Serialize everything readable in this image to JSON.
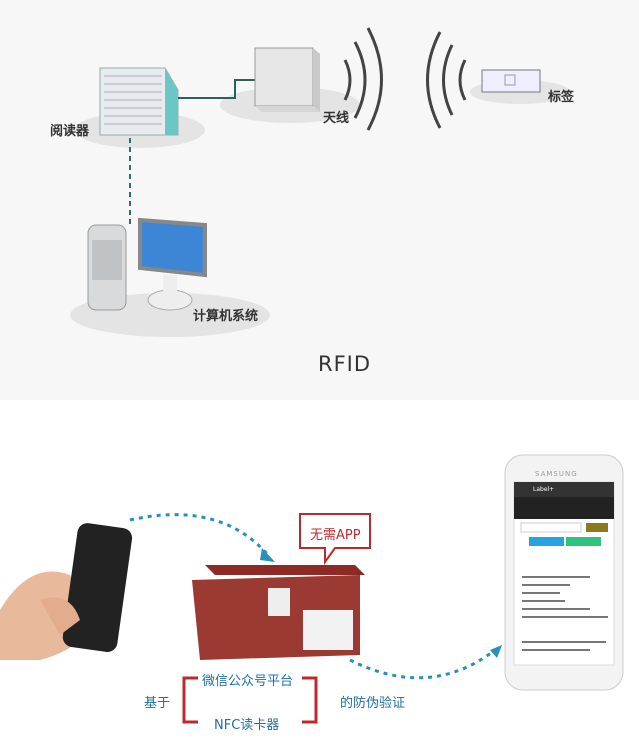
{
  "rfid": {
    "reader_label": "阅读器",
    "antenna_label": "天线",
    "tag_label": "标签",
    "computer_label": "计算机系统",
    "caption": "RFID"
  },
  "nfc": {
    "bubble": "无需APP",
    "prefix": "基于",
    "option1": "微信公众号平台",
    "option2": "NFC读卡器",
    "suffix": "的防伪验证",
    "phone_brand": "SAMSUNG",
    "phone_app_title": "Label+",
    "arrow_color": "#2a8fb8",
    "bracket_color": "#c0292b"
  }
}
